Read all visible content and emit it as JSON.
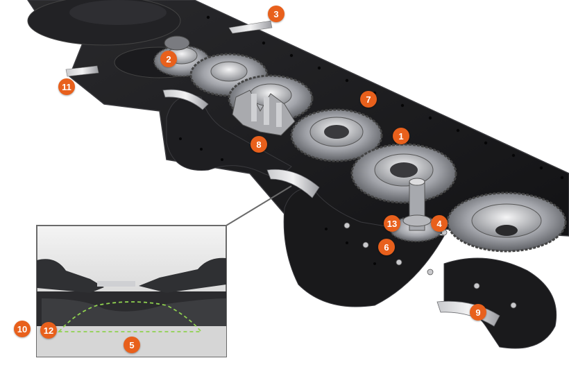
{
  "colors": {
    "marker": "#e8601c",
    "frame": "#1c1c1e",
    "frame_edge": "#3a3a3e",
    "gear": "#9a9ca2",
    "gear_dark": "#55575c",
    "hub": "#d8d8da",
    "inset_border": "#6a6a6a",
    "dashed_outline": "#8fd14f",
    "background": "#ffffff"
  },
  "markers": [
    {
      "id": "m1",
      "label": "1"
    },
    {
      "id": "m2",
      "label": "2"
    },
    {
      "id": "m3",
      "label": "3"
    },
    {
      "id": "m4",
      "label": "4"
    },
    {
      "id": "m5",
      "label": "5"
    },
    {
      "id": "m6",
      "label": "6"
    },
    {
      "id": "m7",
      "label": "7"
    },
    {
      "id": "m8",
      "label": "8"
    },
    {
      "id": "m9",
      "label": "9"
    },
    {
      "id": "m10",
      "label": "10"
    },
    {
      "id": "m11",
      "label": "11"
    },
    {
      "id": "m12",
      "label": "12"
    },
    {
      "id": "m13",
      "label": "13"
    }
  ]
}
